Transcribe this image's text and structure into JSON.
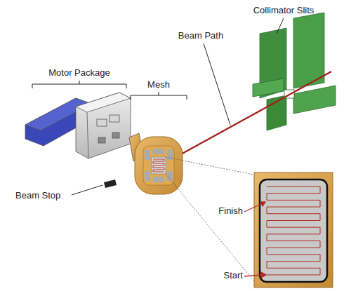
{
  "diagram": {
    "labels": [
      "Collimator Slits",
      "Beam Path",
      "Motor Package",
      "Mesh",
      "Beam Stop",
      "Finish",
      "Start"
    ]
  }
}
